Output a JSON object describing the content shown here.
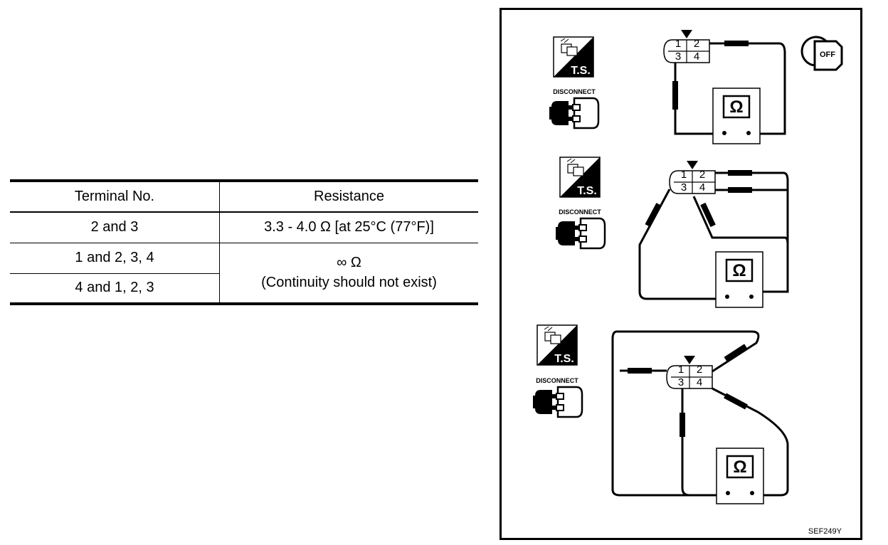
{
  "table": {
    "headers": [
      "Terminal No.",
      "Resistance"
    ],
    "rows": [
      {
        "terminal": "2 and 3",
        "resistance": "3.3 - 4.0 Ω [at 25°C (77°F)]"
      },
      {
        "terminal": "1 and 2, 3, 4"
      },
      {
        "terminal": "4 and 1, 2, 3"
      }
    ],
    "merged_resistance": {
      "symbol": "∞ Ω",
      "note": "(Continuity should not exist)"
    }
  },
  "diagram": {
    "figure_code": "SEF249Y",
    "ignition_label": "OFF",
    "ts_label": "T.S.",
    "disconnect_label": "DISCONNECT",
    "ohm_symbol": "Ω",
    "terminals": [
      "1",
      "2",
      "3",
      "4"
    ]
  },
  "colors": {
    "ink": "#000000",
    "paper": "#ffffff"
  }
}
